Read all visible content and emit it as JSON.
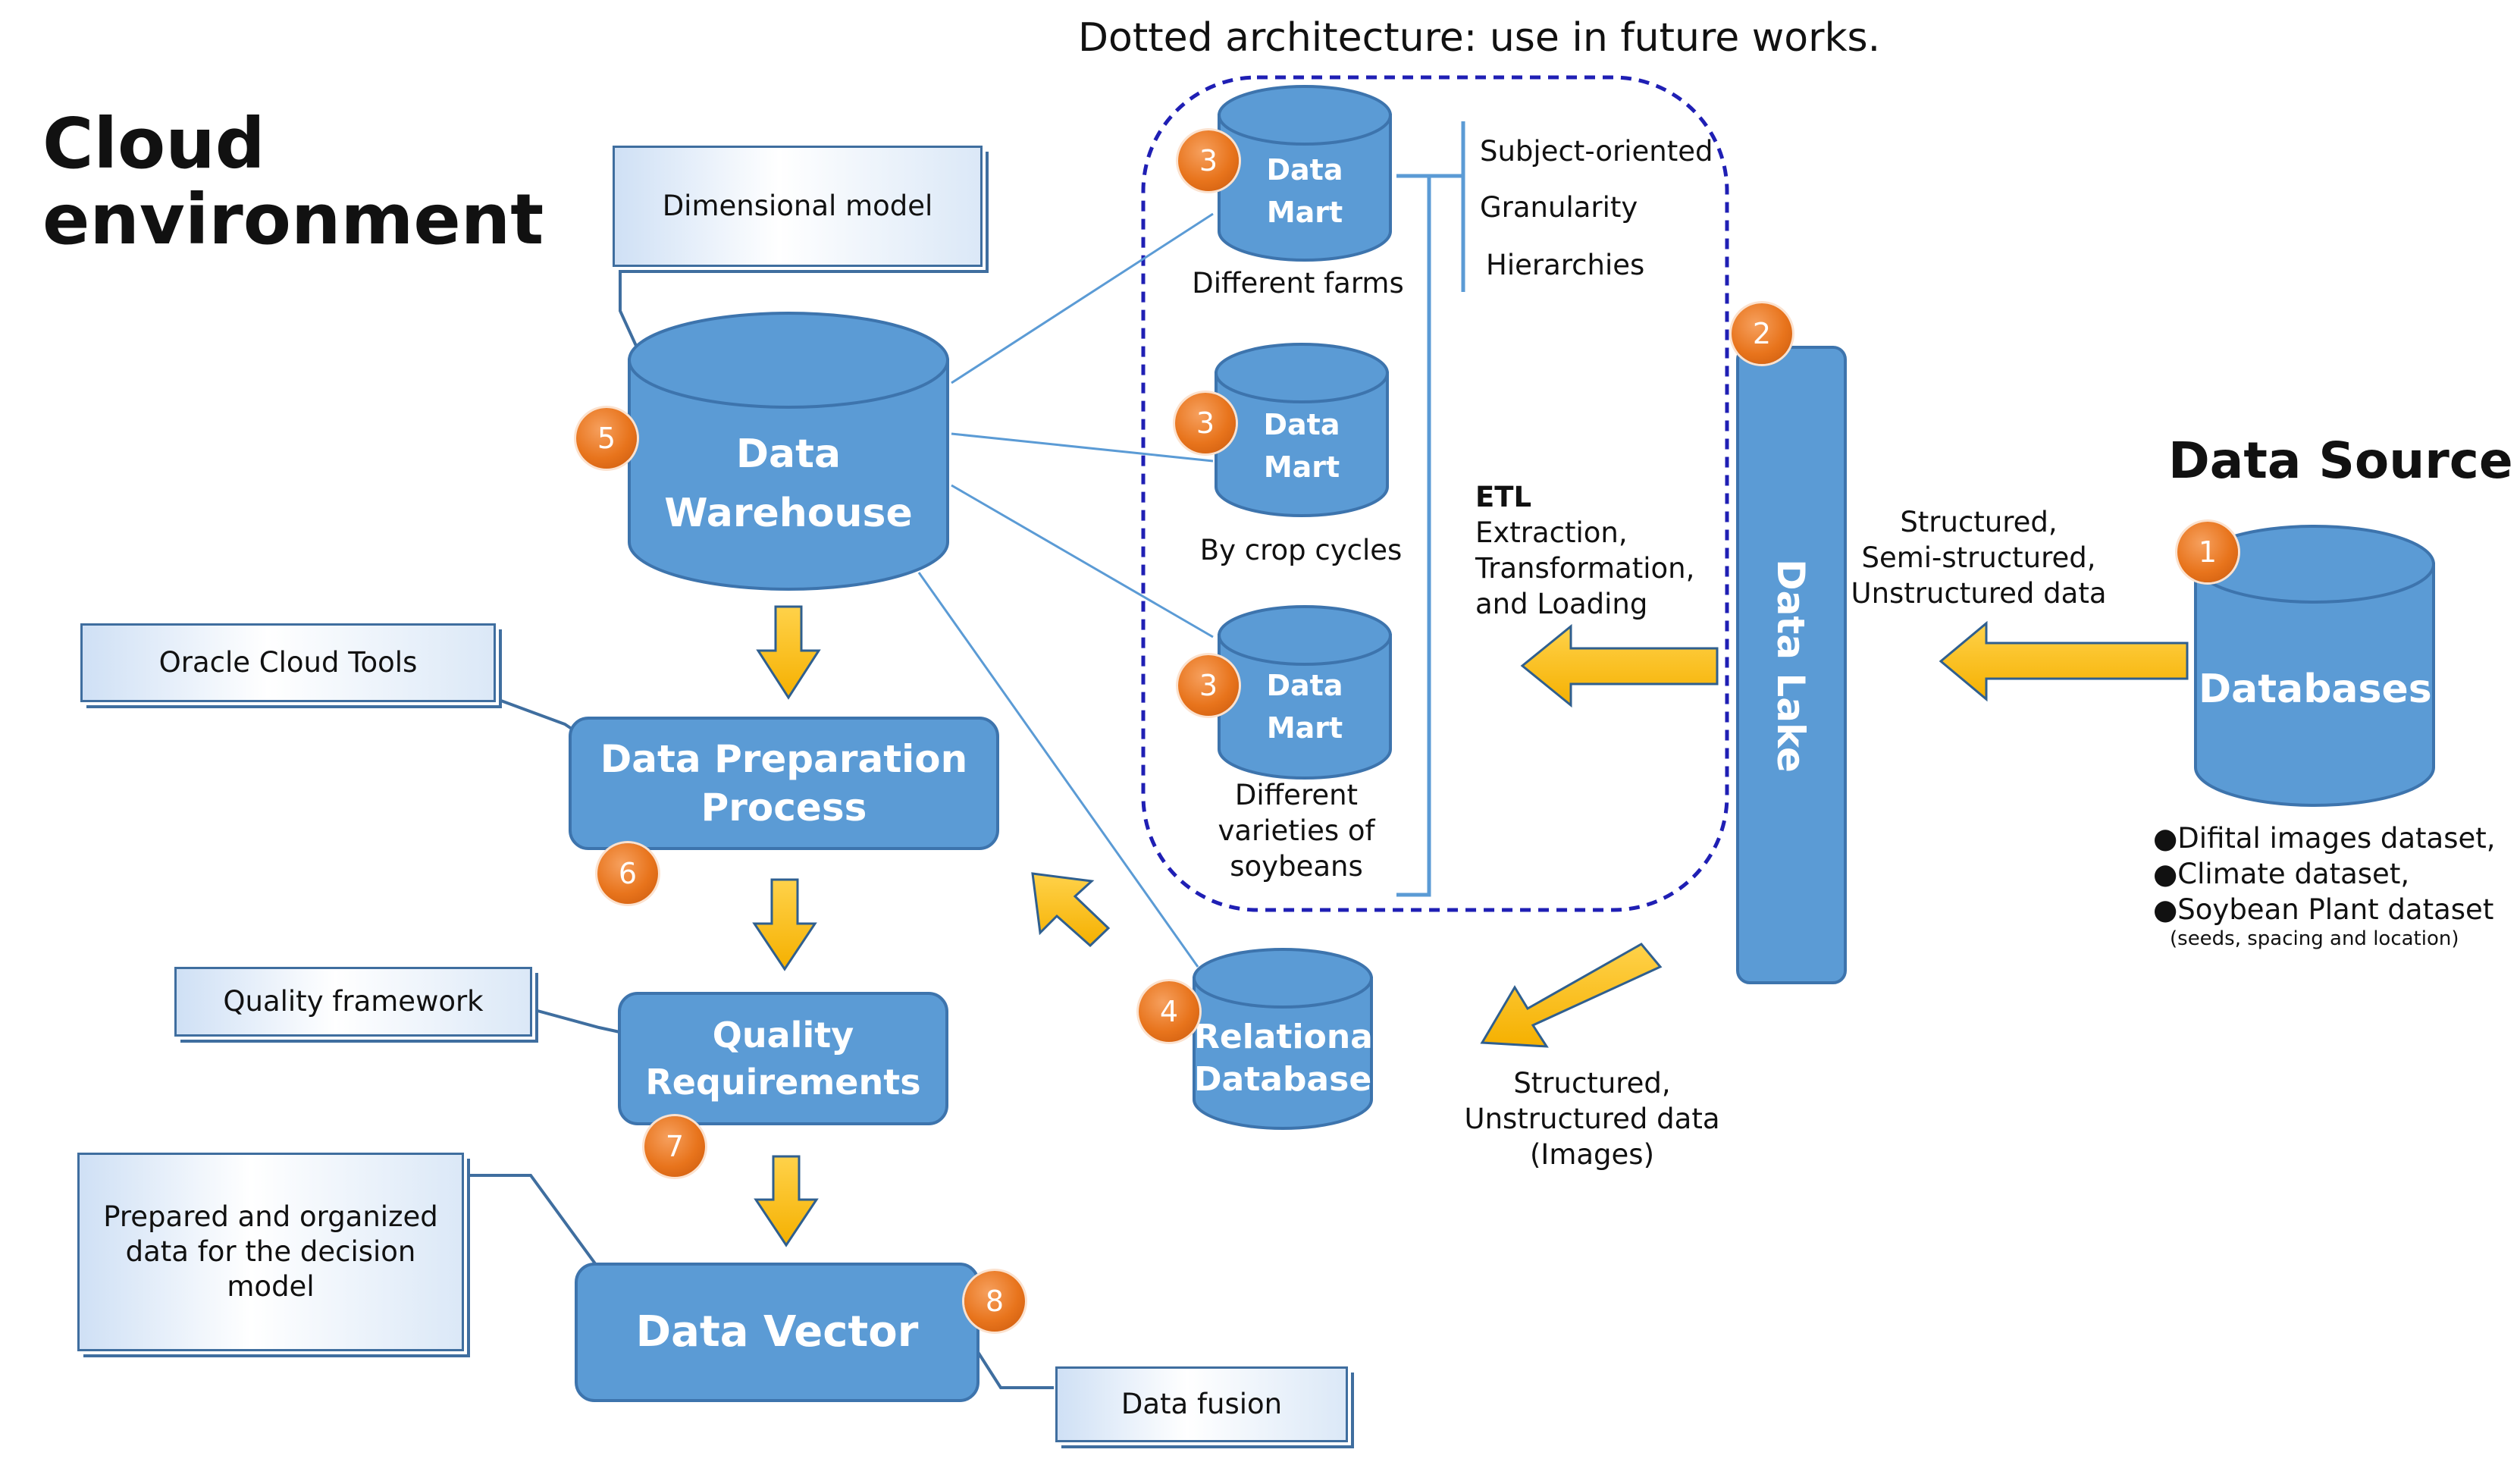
{
  "top_note": "Dotted architecture: use in future works.",
  "cloud_title": [
    "Cloud",
    "environment"
  ],
  "data_source_title": "Data Source",
  "notes": {
    "dimensional_model": "Dimensional model",
    "oracle_cloud_tools": "Oracle Cloud Tools",
    "quality_framework": "Quality framework",
    "prepared_data": [
      "Prepared and organized",
      "data for the decision",
      "model"
    ],
    "data_fusion": "Data fusion"
  },
  "nodes": {
    "data_warehouse": [
      "Data",
      "Warehouse"
    ],
    "data_preparation": [
      "Data Preparation",
      "Process"
    ],
    "quality_requirements": [
      "Quality",
      "Requirements"
    ],
    "data_vector": "Data Vector",
    "relational_database": [
      "Relational",
      "Database"
    ],
    "data_lake": "Data Lake",
    "databases": "Databases",
    "data_marts": [
      {
        "label": [
          "Data",
          "Mart"
        ],
        "caption": [
          "Different farms"
        ]
      },
      {
        "label": [
          "Data",
          "Mart"
        ],
        "caption": [
          "By crop cycles"
        ]
      },
      {
        "label": [
          "Data",
          "Mart"
        ],
        "caption": [
          "Different",
          "varieties of",
          "soybeans"
        ]
      }
    ]
  },
  "badges": {
    "databases": "1",
    "data_lake": "2",
    "mart1": "3",
    "mart2": "3",
    "mart3": "3",
    "relational_database": "4",
    "data_warehouse": "5",
    "data_preparation": "6",
    "quality_requirements": "7",
    "data_vector": "8"
  },
  "mart_features": [
    "Subject-oriented",
    "Granularity",
    "Hierarchies"
  ],
  "etl": {
    "title": "ETL",
    "lines": [
      "Extraction,",
      "Transformation,",
      "and Loading"
    ]
  },
  "source_label": [
    "Structured,",
    "Semi-structured,",
    "Unstructured data"
  ],
  "datasets": [
    "Difital images dataset,",
    "Climate dataset,",
    "Soybean Plant dataset"
  ],
  "datasets_sub": "(seeds, spacing and location)",
  "relational_label": [
    "Structured,",
    "Unstructured data",
    "(Images)"
  ],
  "colors": {
    "node_fill": "#5b9bd5",
    "node_stroke": "#3d74ad",
    "arrow_fill": "#ffc000",
    "arrow_stroke": "#2f5f8f",
    "badge": "#e8741c",
    "dotted_border": "#1f1fb4"
  }
}
